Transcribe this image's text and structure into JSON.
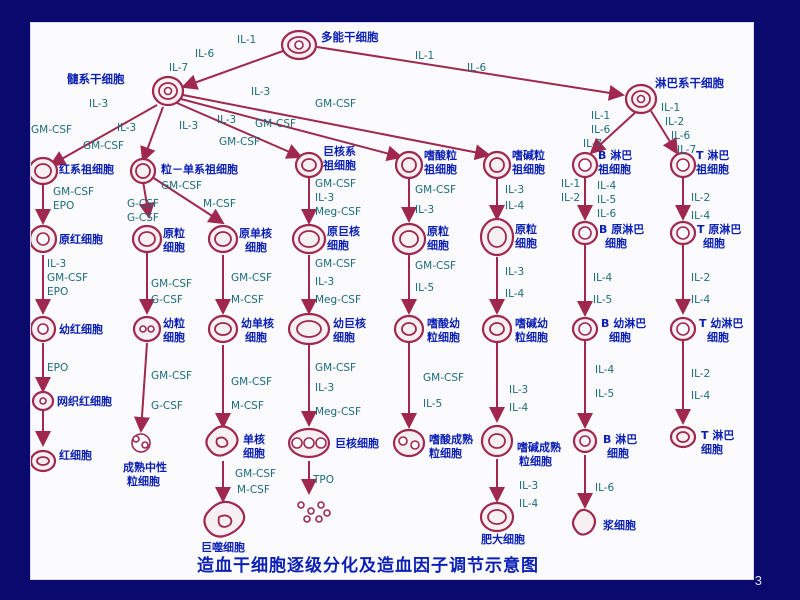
{
  "title": "造血干细胞逐级分化及造血因子调节示意图",
  "page_number": "3",
  "colors": {
    "background": "#0a0a6e",
    "panel": "#fbfbfd",
    "text": "#0b1fb5",
    "arrow": "#a0284e",
    "cytokine": "#1d6b7a"
  },
  "cells": {
    "stem": "多能干细胞",
    "myeloid_stem": "髓系干细胞",
    "lymphoid_stem": "淋巴系干细胞",
    "erythroid_progenitor": "红系祖细胞",
    "gm_progenitor": "粒－单系祖细胞",
    "mega_progenitor_1": "巨核系",
    "mega_progenitor_2": "祖细胞",
    "eos_progenitor_1": "嗜酸粒",
    "eos_progenitor_2": "祖细胞",
    "baso_progenitor_1": "嗜碱粒",
    "baso_progenitor_2": "祖细胞",
    "b_progenitor_1": "B 淋巴",
    "b_progenitor_2": "祖细胞",
    "t_progenitor_1": "T 淋巴",
    "t_progenitor_2": "祖细胞",
    "proerythroblast": "原红细胞",
    "myeloblast_1": "原粒",
    "myeloblast_2": "细胞",
    "monoblast_1": "原单核",
    "monoblast_2": "细胞",
    "megakaryoblast_1": "原巨核",
    "megakaryoblast_2": "细胞",
    "eos_myeloblast_1": "原粒",
    "eos_myeloblast_2": "细胞",
    "baso_myeloblast_1": "原粒",
    "baso_myeloblast_2": "细胞",
    "b_lymphoblast_1": "B 原淋巴",
    "b_lymphoblast_2": "细胞",
    "t_lymphoblast_1": "T 原淋巴",
    "t_lymphoblast_2": "细胞",
    "early_erythroblast": "幼红细胞",
    "promyelocyte_1": "幼粒",
    "promyelocyte_2": "细胞",
    "promonocyte_1": "幼单核",
    "promonocyte_2": "细胞",
    "promegakaryocyte_1": "幼巨核",
    "promegakaryocyte_2": "细胞",
    "eos_young_1": "嗜酸幼",
    "eos_young_2": "粒细胞",
    "baso_young_1": "嗜碱幼",
    "baso_young_2": "粒细胞",
    "b_prolymph_1": "B 幼淋巴",
    "b_prolymph_2": "细胞",
    "t_prolymph_1": "T 幼淋巴",
    "t_prolymph_2": "细胞",
    "reticulocyte": "网织红细胞",
    "rbc": "红细胞",
    "neutrophil_1": "成熟中性",
    "neutrophil_2": "粒细胞",
    "monocyte_1": "单核",
    "monocyte_2": "细胞",
    "megakaryocyte": "巨核细胞",
    "eosinophil_1": "嗜酸成熟",
    "eosinophil_2": "粒细胞",
    "basophil_1": "嗜碱成熟",
    "basophil_2": "粒细胞",
    "b_lymph_1": "B 淋巴",
    "b_lymph_2": "细胞",
    "t_lymph_1": "T 淋巴",
    "t_lymph_2": "细胞",
    "macrophage": "巨噬细胞",
    "mast_cell": "肥大细胞",
    "plasma_cell": "浆细胞"
  },
  "cytokines": {
    "il1": "IL-1",
    "il2": "IL-2",
    "il3": "IL-3",
    "il4": "IL-4",
    "il5": "IL-5",
    "il6": "IL-6",
    "il7": "IL-7",
    "gmcsf": "GM-CSF",
    "gcsf": "G-CSF",
    "mcsf": "M-CSF",
    "megcsf": "Meg-CSF",
    "epo": "EPO",
    "tpo": "TPO"
  }
}
